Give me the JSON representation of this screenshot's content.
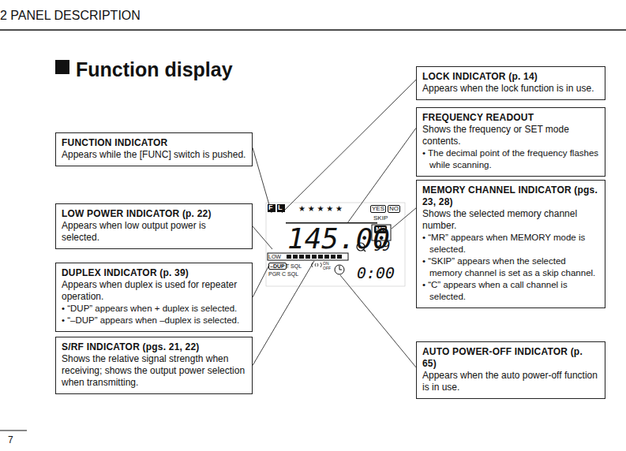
{
  "diagram": {
    "title": "Function display",
    "nodes": [
      {
        "text": [
          "FUNCTION INDICATOR",
          "Appears while the [FUNC] switch is pushed."
        ]
      },
      {
        "text": [
          "LOW POWER INDICATOR (p. 22)",
          "Appears when low output power is selected."
        ]
      },
      {
        "text": [
          "DUPLEX INDICATOR (p. 39)",
          "Appears when duplex is used for repeater operation.",
          "• “DUP” appears when + duplex is selected.",
          "• “–DUP” appears when –duplex is selected."
        ]
      },
      {
        "text": [
          "S/RF INDICATOR (pgs. 21, 22)",
          "Shows the relative signal strength when receiving; shows the output power selection when transmitting."
        ]
      },
      {
        "text": [
          "LOCK INDICATOR (p. 14)",
          "Appears when the lock function is in use."
        ]
      },
      {
        "text": [
          "FREQUENCY READOUT",
          "Shows the frequency or SET mode contents.",
          "• The decimal point of the frequency flashes while scanning."
        ]
      },
      {
        "text": [
          "MEMORY CHANNEL INDICATOR (pgs. 23, 28)",
          "Shows the selected memory channel number.",
          "• “MR” appears when MEMORY mode is selected.",
          "• “SKIP” appears when the selected memory channel is set as a skip channel.",
          "• “C” appears when a call channel is selected."
        ]
      },
      {
        "text": [
          "AUTO POWER-OFF INDICATOR (p. 65)",
          "Appears when the auto power-off function is in use."
        ]
      }
    ],
    "labels": [
      "2 PANEL DESCRIPTION",
      "7",
      "F",
      "L",
      "★ ★ ★ ★ ★",
      "YES",
      "NO",
      "SKIP",
      "MR",
      "145.00",
      "99",
      "LOW",
      "–DUP",
      "T SQL",
      "ON",
      "OFF",
      "PGR C SQL",
      "0:00"
    ]
  }
}
